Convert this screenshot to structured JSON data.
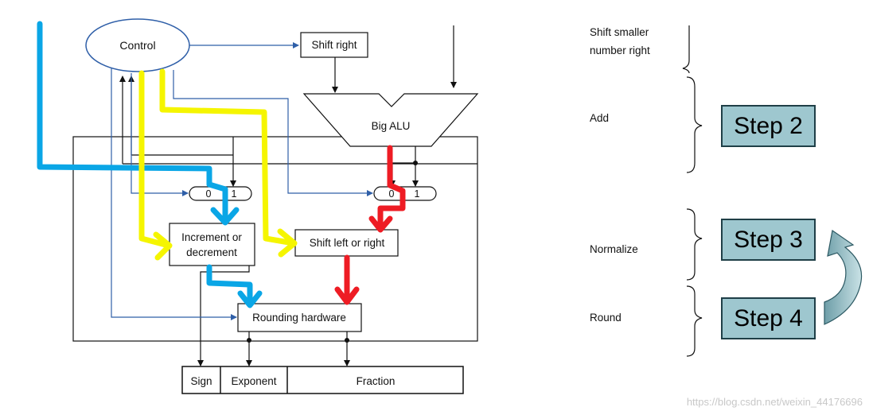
{
  "diagram": {
    "control_label": "Control",
    "shift_right_label": "Shift right",
    "big_alu_label": "Big ALU",
    "mux_left": {
      "in0": "0",
      "in1": "1"
    },
    "mux_right": {
      "in0": "0",
      "in1": "1"
    },
    "incdec_line1": "Increment or",
    "incdec_line2": "decrement",
    "shift_lr_label": "Shift left or right",
    "rounding_label": "Rounding hardware",
    "sign_label": "Sign",
    "exponent_label": "Exponent",
    "fraction_label": "Fraction"
  },
  "steps": {
    "shift_line1": "Shift smaller",
    "shift_line2": "number right",
    "add": "Add",
    "normalize": "Normalize",
    "round": "Round",
    "step2": "Step 2",
    "step3": "Step 3",
    "step4": "Step 4"
  },
  "colors": {
    "highlight_blue": "#0aa6e6",
    "highlight_yellow": "#f5f500",
    "highlight_red": "#ee1c24",
    "control_blue": "#2f5fa8",
    "step_fill": "#9ec7cf"
  },
  "watermark": "https://blog.csdn.net/weixin_44176696"
}
